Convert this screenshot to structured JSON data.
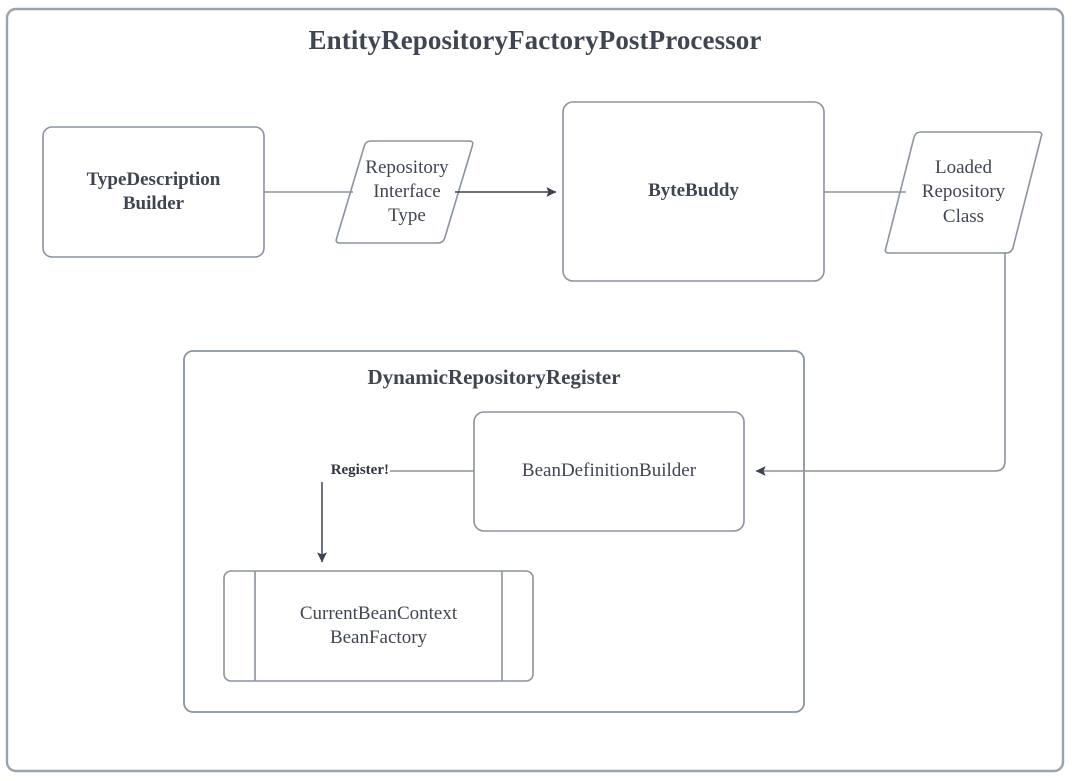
{
  "diagram": {
    "type": "flowchart",
    "title": "EntityRepositoryFactoryPostProcessor",
    "stroke_color": "#8a93a0",
    "text_color": "#3f4652",
    "arrow_color": "#3d4450",
    "background_color": "#ffffff",
    "containers": [
      {
        "id": "outer-container",
        "label": "EntityRepositoryFactoryPostProcessor",
        "shape": "rounded-rectangle"
      },
      {
        "id": "dynamic-repository-register",
        "label": "DynamicRepositoryRegister",
        "shape": "rounded-rectangle"
      }
    ],
    "nodes": [
      {
        "id": "type-description-builder",
        "label": "TypeDescription\nBuilder",
        "shape": "rounded-rectangle",
        "bold": true
      },
      {
        "id": "repository-interface-type",
        "label": "Repository\nInterface\nType",
        "shape": "parallelogram",
        "bold": false
      },
      {
        "id": "byte-buddy",
        "label": "ByteBuddy",
        "shape": "rounded-rectangle",
        "bold": true
      },
      {
        "id": "loaded-repository-class",
        "label": "Loaded\nRepository\nClass",
        "shape": "parallelogram",
        "bold": false
      },
      {
        "id": "bean-definition-builder",
        "label": "BeanDefinitionBuilder",
        "shape": "rounded-rectangle",
        "bold": false
      },
      {
        "id": "current-bean-context-bean-factory",
        "label": "CurrentBeanContext\nBeanFactory",
        "shape": "subprocess",
        "bold": false
      }
    ],
    "edges": [
      {
        "id": "edge-typedescription-to-bytebuddy",
        "from": "type-description-builder",
        "to": "byte-buddy",
        "via": "repository-interface-type",
        "label": "",
        "arrowhead": "to"
      },
      {
        "id": "edge-bytebuddy-to-beandefinitionbuilder",
        "from": "byte-buddy",
        "to": "bean-definition-builder",
        "via": "loaded-repository-class",
        "label": "",
        "arrowhead": "to"
      },
      {
        "id": "edge-beandefinitionbuilder-to-beanfactory",
        "from": "bean-definition-builder",
        "to": "current-bean-context-bean-factory",
        "label": "Register!",
        "arrowhead": "to"
      }
    ]
  }
}
